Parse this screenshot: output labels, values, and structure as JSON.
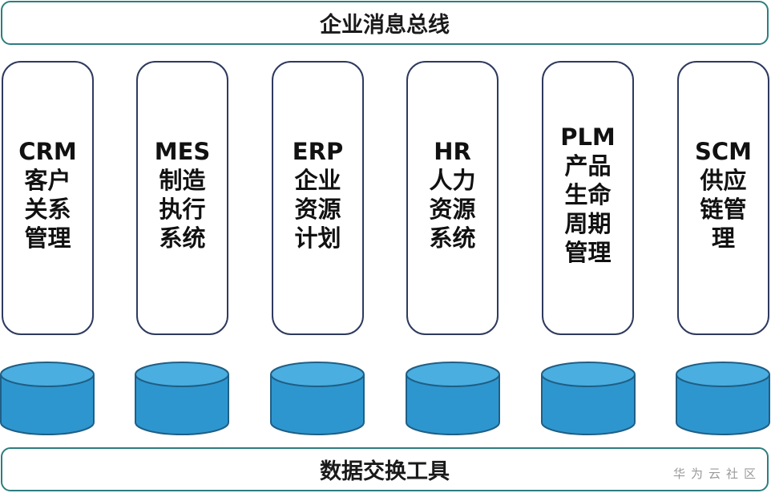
{
  "top_bar": {
    "label": "企业消息总线"
  },
  "bottom_bar": {
    "label": "数据交换工具"
  },
  "systems": [
    {
      "label": "CRM\n客户\n关系\n管理"
    },
    {
      "label": "MES\n制造\n执行\n系统"
    },
    {
      "label": "ERP\n企业\n资源\n计划"
    },
    {
      "label": "HR\n人力\n资源\n系统"
    },
    {
      "label": "PLM\n产品\n生命\n周期\n管理"
    },
    {
      "label": "SCM\n供应\n链管\n理"
    }
  ],
  "database_count": 6,
  "watermark": "华为云社区",
  "colors": {
    "bus_border": "#2e7d80",
    "system_border": "#2e3a5e",
    "db_fill": "#2e96cf",
    "db_stroke": "#1f5f86"
  }
}
